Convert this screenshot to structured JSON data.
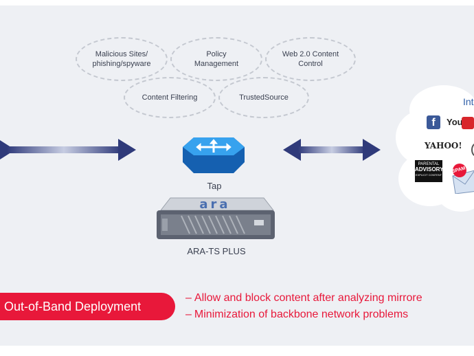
{
  "features": [
    {
      "label_line1": "Malicious Sites/",
      "label_line2": "phishing/spyware"
    },
    {
      "label_line1": "Policy",
      "label_line2": "Management"
    },
    {
      "label_line1": "Web 2.0 Content",
      "label_line2": "Control"
    },
    {
      "label_line1": "Content Filtering",
      "label_line2": ""
    },
    {
      "label_line1": "TrustedSource",
      "label_line2": ""
    }
  ],
  "tap": {
    "label": "Tap"
  },
  "appliance": {
    "brand": "ara",
    "label": "ARA-TS PLUS"
  },
  "internet": {
    "title": "Int",
    "logos": {
      "youtube": "YouTu",
      "yahoo": "YAHOO!",
      "advisory_line1": "PARENTAL",
      "advisory_line2": "ADVISORY",
      "advisory_line3": "EXPLICIT CONTENT",
      "spam": "SPAM"
    }
  },
  "deployment": {
    "title": "Out-of-Band Deployment",
    "points": [
      "Allow and block content after analyzing mirrore",
      "Minimization of backbone network problems"
    ],
    "dash": "–"
  },
  "colors": {
    "accent": "#e8183a",
    "arrow": "#2f3a7a",
    "tap": "#1e86d8",
    "background": "#eef0f4"
  }
}
